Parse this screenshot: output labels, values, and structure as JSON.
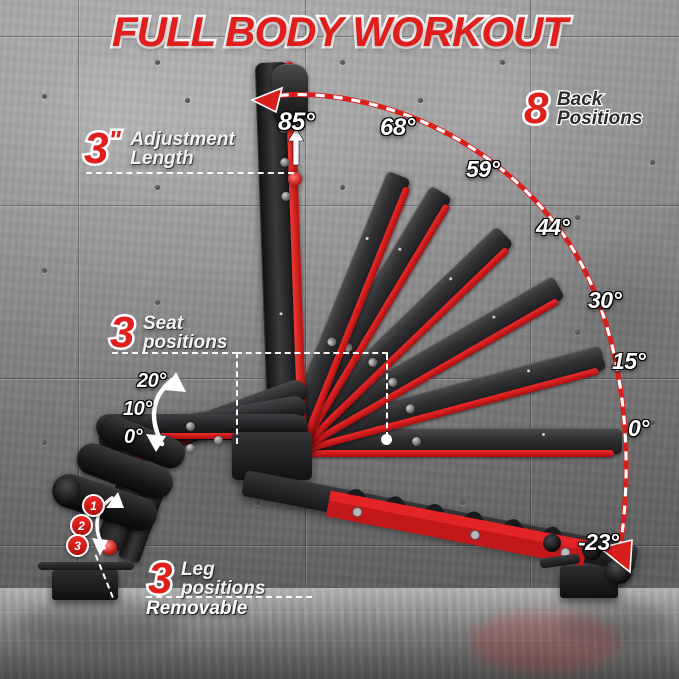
{
  "title": "FULL BODY WORKOUT",
  "callouts": {
    "adjustment": {
      "number": "3",
      "unit": "\"",
      "line1": "Adjustment",
      "line2": "Length"
    },
    "back_positions": {
      "number": "8",
      "line1": "Back",
      "line2": "Positions"
    },
    "seat_positions": {
      "number": "3",
      "line1": "Seat",
      "line2": "positions"
    },
    "leg_positions": {
      "number": "3",
      "line1": "Leg",
      "line2": "positions",
      "note": "Removable"
    }
  },
  "back_angles": [
    "85°",
    "68°",
    "59°",
    "44°",
    "30°",
    "15°",
    "0°",
    "-23°"
  ],
  "seat_angles": [
    "20°",
    "10°",
    "0°"
  ],
  "leg_steps": [
    "1",
    "2",
    "3"
  ],
  "colors": {
    "red": "#e01f1d",
    "red_dark": "#a90f12",
    "white": "#ffffff",
    "dark": "#2c2c2e"
  }
}
